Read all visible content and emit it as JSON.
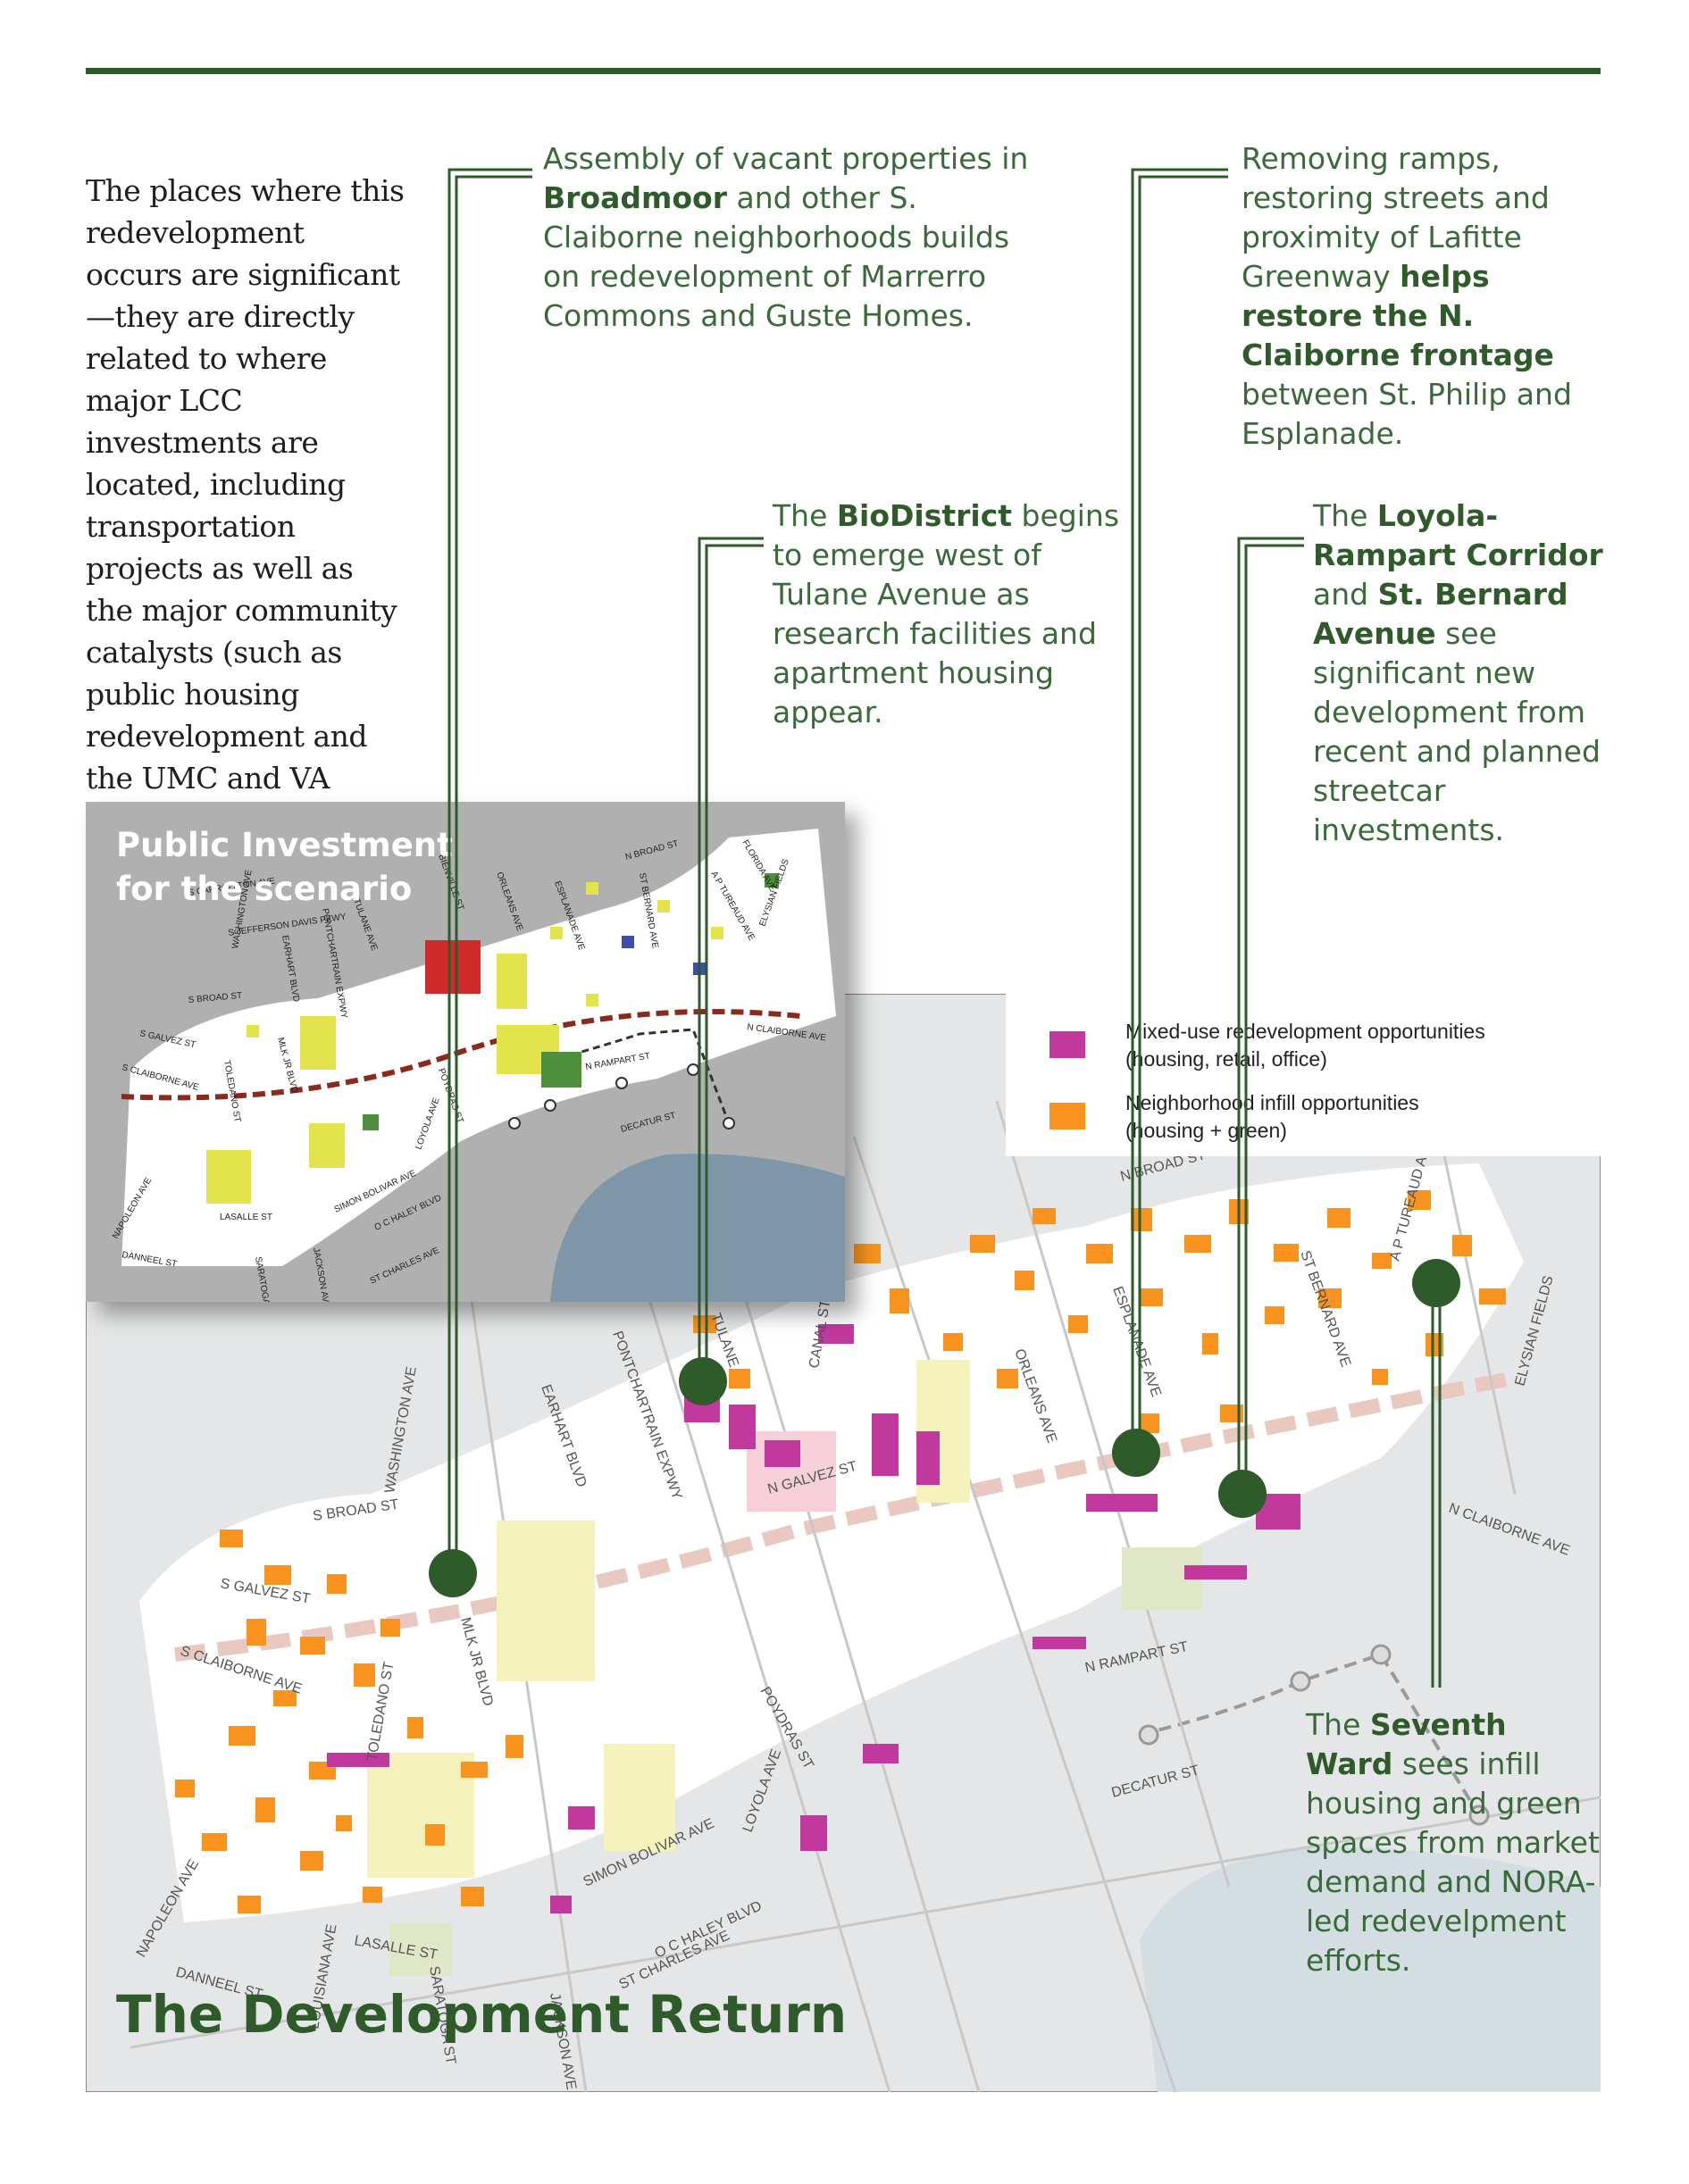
{
  "intro_text": "The places where this redevelopment occurs are significant—they are directly related to where major LCC investments are located, including transportation projects as well as the major community catalysts (such as public housing redevelopment and the UMC and VA hospitals).",
  "callouts": {
    "broadmoor": {
      "pre": "Assembly of vacant properties in ",
      "bold": "Broadmoor",
      "post": " and other S. Claiborne neighborhoods builds on redevelopment of Marrerro Commons and Guste Homes."
    },
    "claiborne": {
      "pre": "Removing ramps, restoring streets and proximity of Lafitte Greenway ",
      "bold": "helps restore the N. Claiborne frontage",
      "post": " between St. Philip and Esplanade."
    },
    "biodistrict": {
      "pre": "The ",
      "bold": "BioDistrict",
      "post": " begins to emerge west of Tulane Avenue as research facilities and apartment housing appear."
    },
    "loyola": {
      "pre": "The ",
      "bold1": "Loyola-Rampart Corridor",
      "mid": " and ",
      "bold2": "St. Bernard Avenue",
      "post": " see significant new development from recent and planned streetcar investments."
    },
    "seventh": {
      "pre": "The ",
      "bold": "Seventh Ward",
      "post": " sees infill housing and green spaces from market demand and NORA-led redevelpment efforts."
    }
  },
  "inset_map": {
    "title_line1": "Public Investment",
    "title_line2": "for the scenario",
    "street_labels": [
      "S CARROLLTON AVE",
      "S JEFFERSON DAVIS PKWY",
      "TULANE AVE",
      "BIENVILLE ST",
      "N BROAD ST",
      "FLORIDA AVE",
      "A P TUREAUD AVE",
      "ELYSIAN FIELDS",
      "ESPLANADE AVE",
      "ORLEANS AVE",
      "ST BERNARD AVE",
      "S BROAD ST",
      "S GALVEZ ST",
      "S CLAIBORNE AVE",
      "TOLEDANO ST",
      "MLK JR BLVD",
      "PONTCHARTRAIN EXPWY",
      "EARHART BLVD",
      "WASHINGTON AVE",
      "POYDRAS ST",
      "N RAMPART ST",
      "DECATUR ST",
      "LOYOLA AVE",
      "SIMON BOLIVAR AVE",
      "O C HALEY BLVD",
      "LASALLE ST",
      "NAPOLEON AVE",
      "DANNEEL ST",
      "SARATOGA ST",
      "ST CHARLES AVE",
      "N CLAIBORNE AVE",
      "JACKSON AVE"
    ]
  },
  "legend": {
    "items": [
      {
        "line1": "Mixed-use redevelopment opportunities",
        "line2": "(housing, retail, office)",
        "color": "#c2399e"
      },
      {
        "line1": "Neighborhood infill opportunities",
        "line2": "(housing + green)",
        "color": "#f7931e"
      }
    ]
  },
  "main_map": {
    "title": "The Development Return",
    "street_labels": [
      "S BROAD ST",
      "S GALVEZ ST",
      "S CLAIBORNE AVE",
      "WASHINGTON AVE",
      "EARHART BLVD",
      "PONTCHARTRAIN EXPWY",
      "TULANE",
      "CANAL ST",
      "ORLEANS AVE",
      "ESPLANADE AVE",
      "ST BERNARD AVE",
      "N BROAD ST",
      "A P TUREAUD AVE",
      "ELYSIAN FIELDS",
      "N CLAIBORNE AVE",
      "N GALVEZ ST",
      "MLK JR BLVD",
      "TOLEDANO ST",
      "POYDRAS ST",
      "N RAMPART ST",
      "DECATUR ST",
      "LOYOLA AVE",
      "SIMON BOLIVAR AVE",
      "O C HALEY BLVD",
      "LASALLE ST",
      "NAPOLEON AVE",
      "DANNEEL ST",
      "LOUISIANA AVE",
      "JACKSON AVE",
      "ST CHARLES AVE",
      "SARATOGA ST"
    ]
  },
  "colors": {
    "title_green": "#2f5a2a",
    "text_green": "#3a6a3a",
    "mixed_use": "#c2399e",
    "infill": "#f7931e"
  }
}
